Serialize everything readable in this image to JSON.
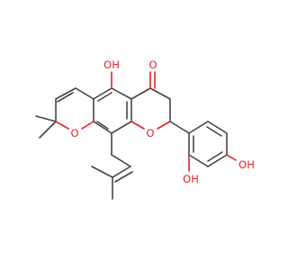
{
  "structure": {
    "atom_labels": {
      "ring_oxygen_left": "O",
      "ring_oxygen_right": "O",
      "ketone_oxygen": "O",
      "hydroxyl_top": "OH",
      "hydroxyl_ortho": "OH",
      "hydroxyl_para": "OH"
    },
    "colors": {
      "bond": "#444444",
      "heteroatom": "#e02424",
      "background": "#ffffff"
    }
  }
}
